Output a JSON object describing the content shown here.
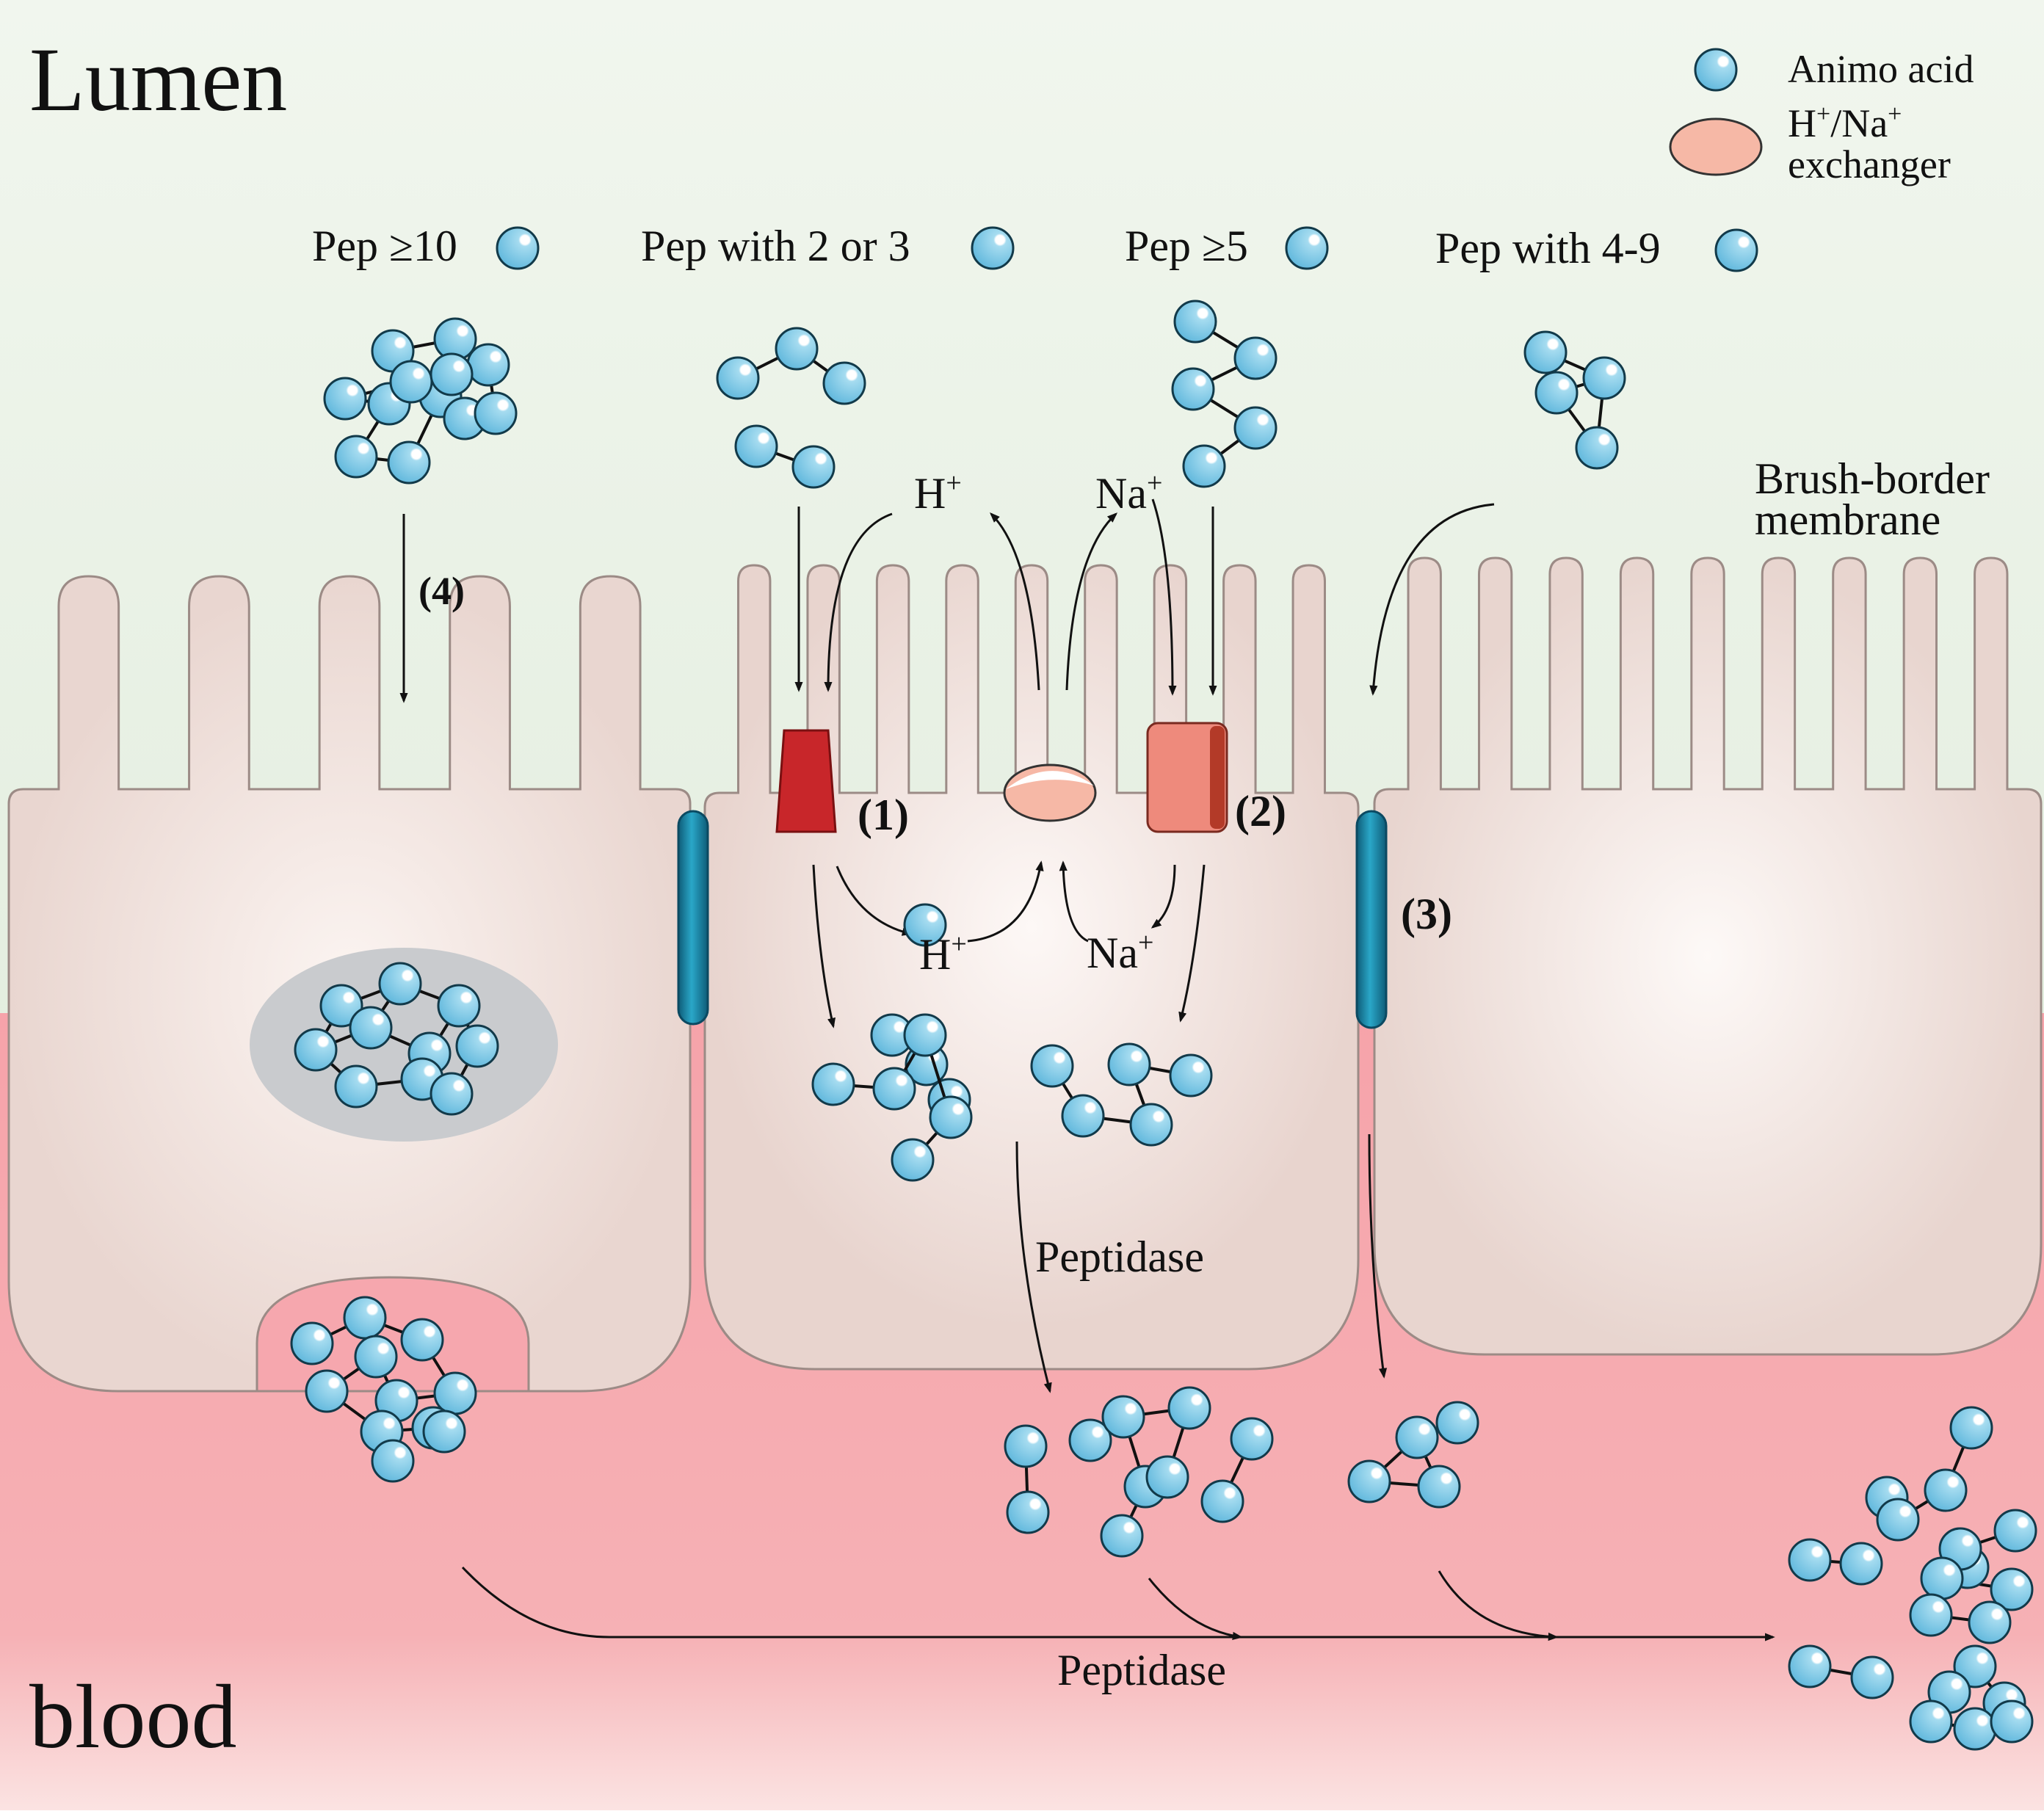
{
  "regions": {
    "lumen": "Lumen",
    "blood": "blood",
    "membrane_line1": "Brush-border",
    "membrane_line2": "membrane"
  },
  "legend": {
    "amino_acid": "Animo acid",
    "exchanger_line1_main": "H",
    "exchanger_line1_sup1": "+",
    "exchanger_line1_mid": "/Na",
    "exchanger_line1_sup2": "+",
    "exchanger_line2": "exchanger"
  },
  "peptide_labels": {
    "pep10": "Pep ≥10",
    "pep23": "Pep with 2 or 3",
    "pep5": "Pep ≥5",
    "pep49": "Pep with 4-9"
  },
  "ions": {
    "h": "H",
    "na": "Na",
    "plus": "+"
  },
  "routes": {
    "r1": "(1)",
    "r2": "(2)",
    "r3": "(3)",
    "r4": "(4)"
  },
  "enzymes": {
    "cell": "Peptidase",
    "blood": "Peptidase"
  },
  "colors": {
    "lumen_bg": "#e6efe2",
    "cell_fill": "#ead9d3",
    "blood_fill": "#f4a7ad",
    "amino_acid": "#7cc4e2",
    "transporter1": "#c8262a",
    "transporter2": "#ee8a7c",
    "exchanger": "#f6b8a6",
    "tight_junction": "#1b7f9e",
    "vesicle": "#c8cacd"
  }
}
